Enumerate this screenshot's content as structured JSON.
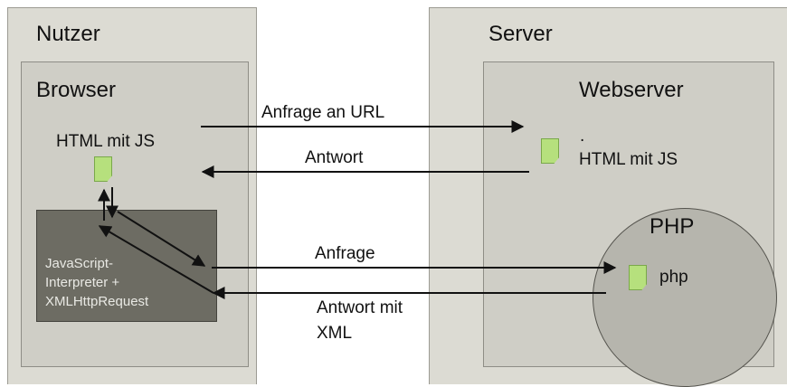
{
  "labels": {
    "nutzer": "Nutzer",
    "server": "Server",
    "browser": "Browser",
    "webserver": "Webserver",
    "html_js_client": "HTML mit JS",
    "html_js_server": "HTML mit JS",
    "dot": ".",
    "php_title": "PHP",
    "php_file": "php",
    "js_interpreter_1": "JavaScript-",
    "js_interpreter_2": "Interpreter +",
    "js_interpreter_3": "XMLHttpRequest"
  },
  "arrows": {
    "request_url": "Anfrage an URL",
    "response": "Antwort",
    "request": "Anfrage",
    "response_xml_1": "Antwort mit",
    "response_xml_2": "XML"
  },
  "colors": {
    "panel": "#dcdbd3",
    "inner_panel": "#cfcec6",
    "js_box": "#6d6c63",
    "php_circle": "#b6b5ad",
    "document": "#b6e07d"
  }
}
